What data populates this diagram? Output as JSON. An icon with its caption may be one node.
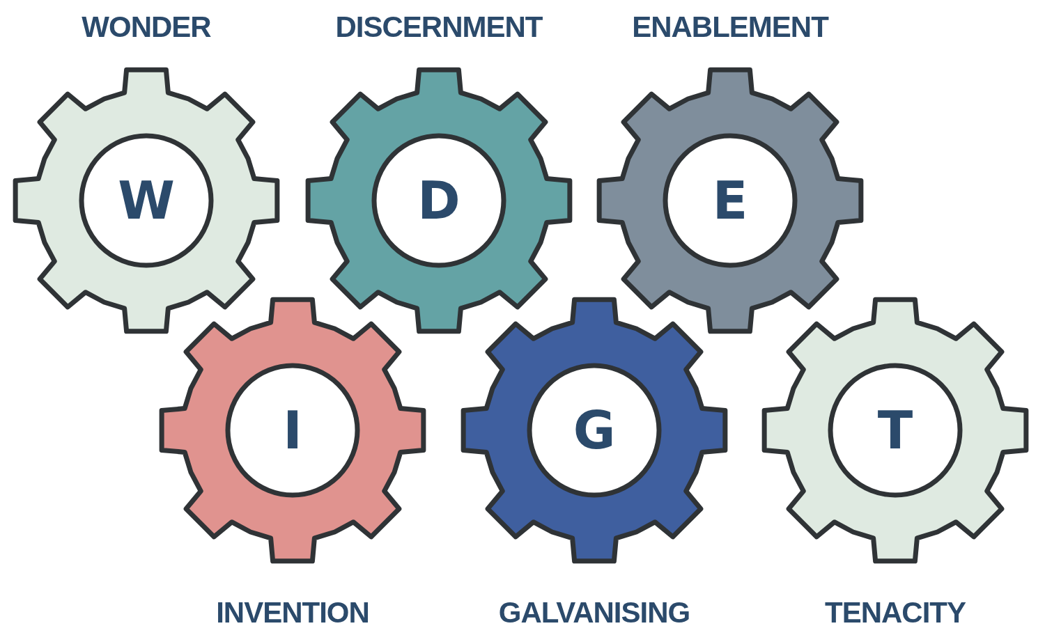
{
  "diagram": {
    "nodes": [
      {
        "text": [
          "WONDER",
          "W"
        ]
      },
      {
        "text": [
          "DISCERNMENT",
          "D"
        ]
      },
      {
        "text": [
          "ENABLEMENT",
          "E"
        ]
      },
      {
        "text": [
          "I",
          "INVENTION"
        ]
      },
      {
        "text": [
          "G",
          "GALVANISING"
        ]
      },
      {
        "text": [
          "T",
          "TENACITY"
        ]
      }
    ]
  }
}
